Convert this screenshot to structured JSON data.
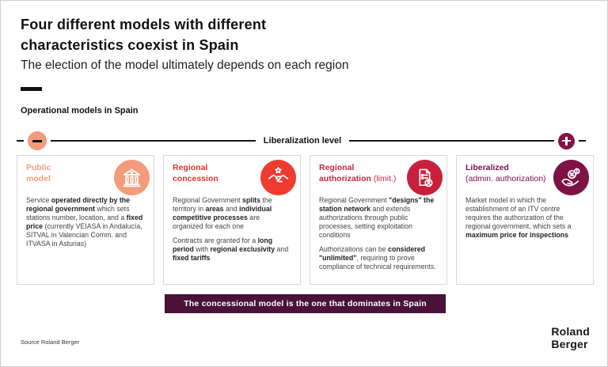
{
  "page": {
    "title_line1": "Four different models with different",
    "title_line2": "characteristics coexist in Spain",
    "subtitle": "The election of the model ultimately depends on each region",
    "section_label": "Operational models in Spain",
    "source": "Source Roland Berger",
    "logo_line1": "Roland",
    "logo_line2": "Berger"
  },
  "axis": {
    "label": "Liberalization level",
    "low_end_icon": "minus-icon",
    "high_end_icon": "plus-icon",
    "low_color": "#F49B7C",
    "high_color": "#881343",
    "line_color": "#151515"
  },
  "banner": {
    "text": "The concessional model is the one that dominates in Spain",
    "bg_color": "#4A1239"
  },
  "cards": [
    {
      "icon": "bank-icon",
      "title_color": "#F59C7E",
      "icon_color": "#F49B7C",
      "title_lines": [
        [
          {
            "text": "Public",
            "bold": true
          }
        ],
        [
          {
            "text": "model",
            "bold": true
          }
        ]
      ],
      "paragraphs": [
        [
          {
            "text": "Service ",
            "bold": false
          },
          {
            "text": "operated directly by the regional government",
            "bold": true
          },
          {
            "text": " which sets stations number, location, and a ",
            "bold": false
          },
          {
            "text": "fixed price",
            "bold": true
          },
          {
            "text": " (currently VEIASA in Andalucía, SITVAL in Valencian Comm. and ITVASA in Asturias)",
            "bold": false
          }
        ]
      ]
    },
    {
      "icon": "handshake-icon",
      "title_color": "#E6342B",
      "icon_color": "#EE3C30",
      "title_lines": [
        [
          {
            "text": "Regional",
            "bold": true
          }
        ],
        [
          {
            "text": "concession",
            "bold": true
          }
        ]
      ],
      "paragraphs": [
        [
          {
            "text": "Regional Government ",
            "bold": false
          },
          {
            "text": "splits",
            "bold": true
          },
          {
            "text": " the territory in ",
            "bold": false
          },
          {
            "text": "areas",
            "bold": true
          },
          {
            "text": " and ",
            "bold": false
          },
          {
            "text": "individual competitive processes",
            "bold": true
          },
          {
            "text": " are organized for each one",
            "bold": false
          }
        ],
        [
          {
            "text": "Contracts are granted for a ",
            "bold": false
          },
          {
            "text": "long period",
            "bold": true
          },
          {
            "text": " with ",
            "bold": false
          },
          {
            "text": "regional exclusivity",
            "bold": true
          },
          {
            "text": " and ",
            "bold": false
          },
          {
            "text": "fixed tariffs",
            "bold": true
          }
        ]
      ]
    },
    {
      "icon": "certificate-icon",
      "title_color": "#CE2440",
      "icon_color": "#C8203C",
      "title_lines": [
        [
          {
            "text": "Regional",
            "bold": true
          }
        ],
        [
          {
            "text": "authorization ",
            "bold": true
          },
          {
            "text": "(limit.)",
            "bold": false
          }
        ]
      ],
      "paragraphs": [
        [
          {
            "text": "Regional Government ",
            "bold": false
          },
          {
            "text": "\"designs\" the station network",
            "bold": true
          },
          {
            "text": " and extends authorizations through public processes, setting exploitation conditions",
            "bold": false
          }
        ],
        [
          {
            "text": "Authorizations can be ",
            "bold": false
          },
          {
            "text": "considered \"unlimited\"",
            "bold": true
          },
          {
            "text": ", requiring to prove compliance of technical requirements.",
            "bold": false
          }
        ]
      ]
    },
    {
      "icon": "hand-coins-icon",
      "title_color": "#7C1245",
      "icon_color": "#7C1245",
      "title_lines": [
        [
          {
            "text": "Liberalized",
            "bold": true
          }
        ],
        [
          {
            "text": "(admin. authorization)",
            "bold": false
          }
        ]
      ],
      "paragraphs": [
        [
          {
            "text": "Market model in which the establishment of an ITV centre requires the authorization of the regional government, which sets a ",
            "bold": false
          },
          {
            "text": "maximum price for inspections",
            "bold": true
          }
        ]
      ]
    }
  ]
}
